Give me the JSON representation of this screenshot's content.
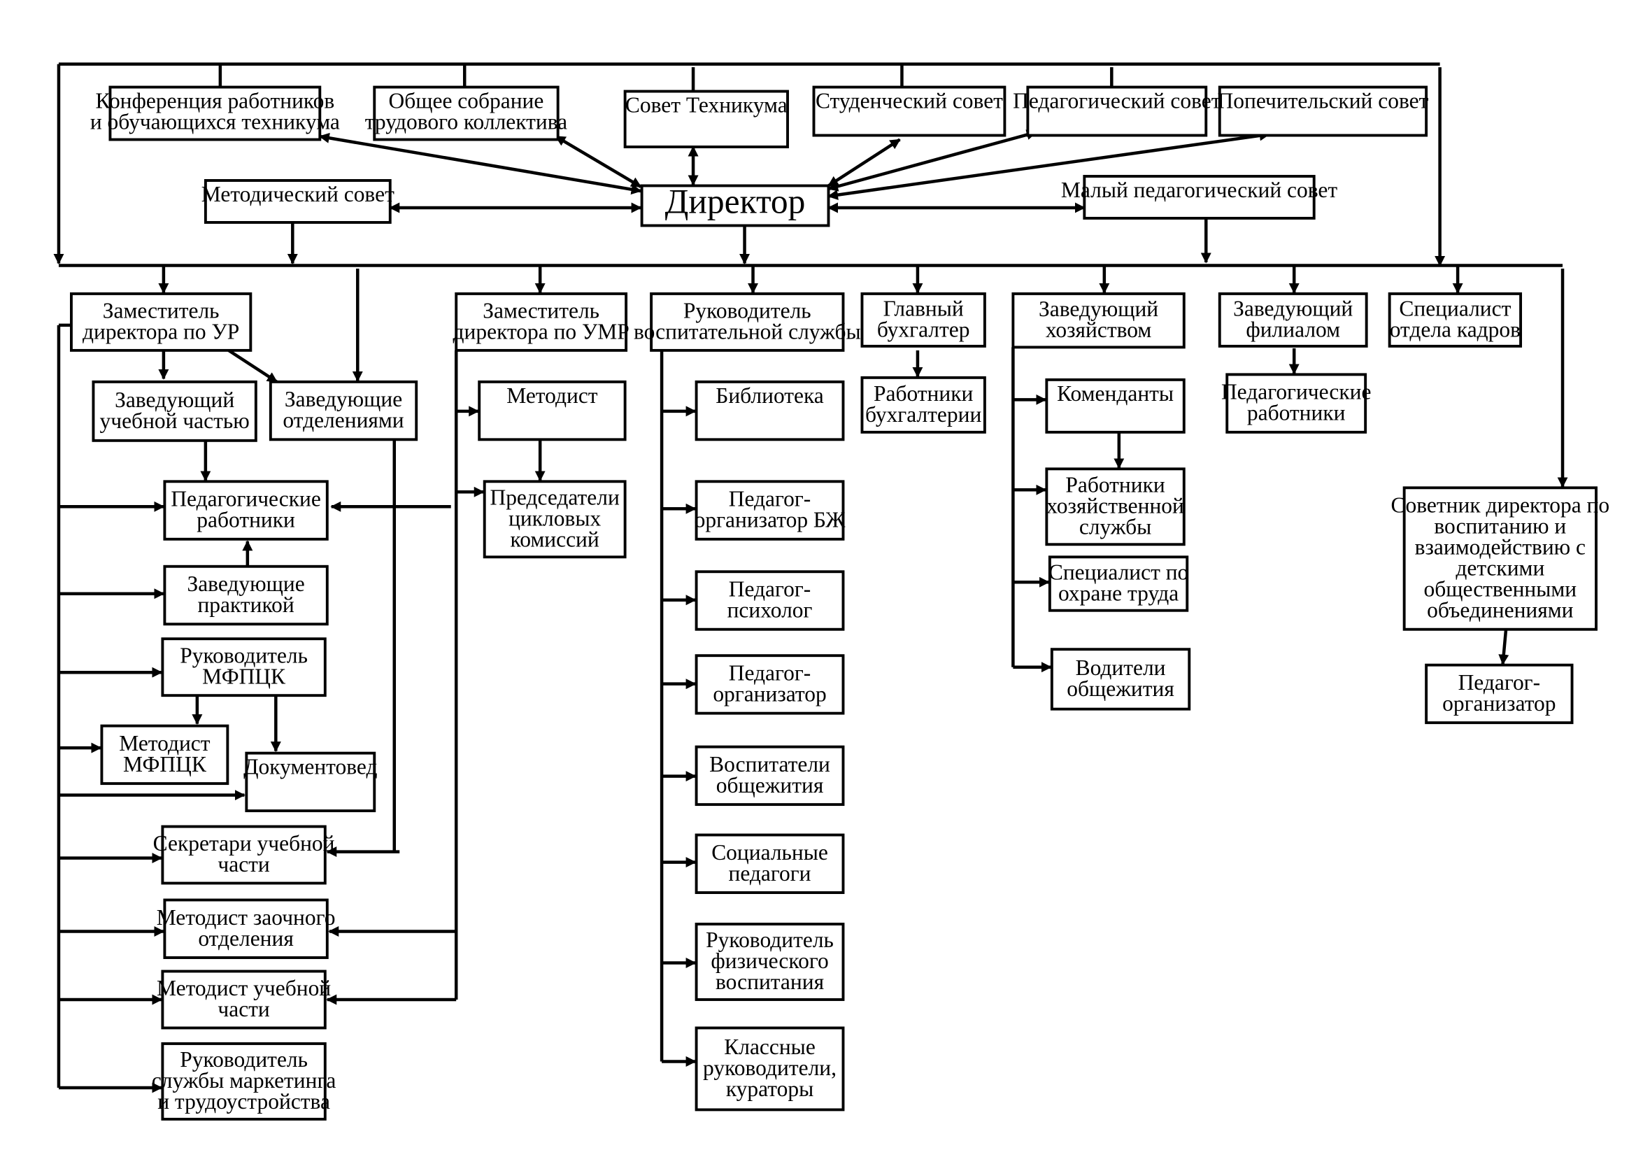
{
  "diagram": {
    "nodes": {
      "conference": [
        "Конференция работников",
        "и обучающихся техникума"
      ],
      "general_meeting": [
        "Общее собрание",
        "трудового коллектива"
      ],
      "council": [
        "Совет Техникума"
      ],
      "student_council": [
        "Студенческий совет"
      ],
      "ped_council": [
        "Педагогический совет"
      ],
      "trustee_council": [
        "Попечительский совет"
      ],
      "method_council": [
        "Методический совет"
      ],
      "director": [
        "Директор"
      ],
      "small_ped_council": [
        "Малый педагогический совет"
      ],
      "deputy_ur": [
        "Заместитель",
        "директора по УР"
      ],
      "deputy_umr": [
        "Заместитель",
        "директора по УМР"
      ],
      "head_edu_service": [
        "Руководитель",
        "воспитательной службы"
      ],
      "chief_accountant": [
        "Главный",
        "бухгалтер"
      ],
      "head_household": [
        "Заведующий",
        "хозяйством"
      ],
      "head_branch": [
        "Заведующий",
        "филиалом"
      ],
      "hr_specialist": [
        "Специалист",
        "отдела кадров"
      ],
      "head_study_part": [
        "Заведующий",
        "учебной частью"
      ],
      "heads_departments": [
        "Заведующие",
        "отделениями"
      ],
      "methodist": [
        "Методист"
      ],
      "chairs_commissions": [
        "Председатели",
        "цикловых",
        "комиссий"
      ],
      "library": [
        "Библиотека"
      ],
      "accounting_staff": [
        "Работники",
        "бухгалтерии"
      ],
      "commandants": [
        "Коменданты"
      ],
      "branch_ped_workers": [
        "Педагогические",
        "работники"
      ],
      "ped_workers": [
        "Педагогические",
        "работники"
      ],
      "heads_practice": [
        "Заведующие",
        "практикой"
      ],
      "head_mfpck": [
        "Руководитель",
        "МФПЦК"
      ],
      "methodist_mfpck": [
        "Методист",
        "МФПЦК"
      ],
      "doc_specialist": [
        "Документовед"
      ],
      "secretaries": [
        "Секретари учебной",
        "части"
      ],
      "methodist_correspondence": [
        "Методист заочного",
        "отделения"
      ],
      "methodist_study": [
        "Методист учебной",
        "части"
      ],
      "head_marketing": [
        "Руководитель",
        "службы маркетинга",
        "и трудоустройства"
      ],
      "ped_org_bzh": [
        "Педагог-",
        "организатор БЖ"
      ],
      "ped_psych": [
        "Педагог-",
        "психолог"
      ],
      "ped_org": [
        "Педагог-",
        "организатор"
      ],
      "dorm_educators": [
        "Воспитатели",
        "общежития"
      ],
      "social_ped": [
        "Социальные",
        "педагоги"
      ],
      "head_pe": [
        "Руководитель",
        "физического",
        "воспитания"
      ],
      "class_teachers": [
        "Классные",
        "руководители,",
        "кураторы"
      ],
      "household_staff": [
        "Работники",
        "хозяйственной",
        "службы"
      ],
      "safety_specialist": [
        "Специалист по",
        "охране труда"
      ],
      "dorm_drivers": [
        "Водители",
        "общежития"
      ],
      "advisor": [
        "Советник директора по",
        "воспитанию и",
        "взаимодействию с",
        "детскими",
        "общественными",
        "объединениями"
      ],
      "advisor_ped_org": [
        "Педагог-",
        "организатор"
      ]
    }
  }
}
